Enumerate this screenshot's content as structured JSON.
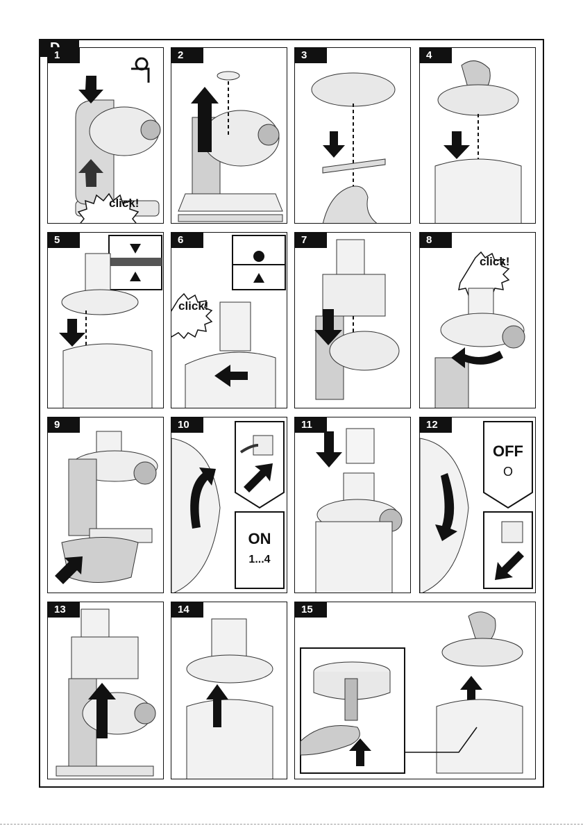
{
  "section": "D",
  "steps": [
    {
      "num": "1",
      "click": "click!"
    },
    {
      "num": "2"
    },
    {
      "num": "3"
    },
    {
      "num": "4"
    },
    {
      "num": "5"
    },
    {
      "num": "6",
      "click": "click!"
    },
    {
      "num": "7"
    },
    {
      "num": "8",
      "click": "click!"
    },
    {
      "num": "9"
    },
    {
      "num": "10",
      "on": "ON",
      "speed": "1...4"
    },
    {
      "num": "11"
    },
    {
      "num": "12",
      "off": "OFF",
      "off_symbol": "O"
    },
    {
      "num": "13"
    },
    {
      "num": "14"
    },
    {
      "num": "15"
    }
  ],
  "icons": [
    "arrow-down-icon",
    "arrow-up-icon",
    "rotate-arrow-icon",
    "hand-icon",
    "plug-icon",
    "click-burst-icon"
  ]
}
